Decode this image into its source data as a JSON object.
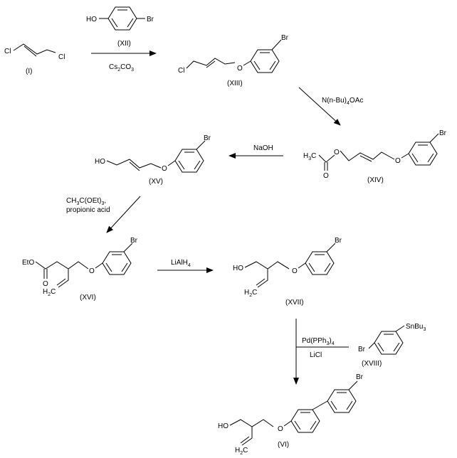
{
  "compounds": {
    "I": {
      "label": "(I)",
      "cl_left": "Cl",
      "cl_right": "Cl"
    },
    "XII": {
      "label": "(XII)",
      "oh": "HO",
      "br": "Br"
    },
    "XIII": {
      "label": "(XIII)",
      "cl": "Cl",
      "o": "O",
      "br": "Br"
    },
    "XIV": {
      "label": "(XIV)",
      "h3c": "H",
      "h3c_sub": "3",
      "h3c_c": "C",
      "o_ester": "O",
      "o_keto": "O",
      "o_ether": "O",
      "br": "Br"
    },
    "XV": {
      "label": "(XV)",
      "ho": "HO",
      "o": "O",
      "br": "Br"
    },
    "XVI": {
      "label": "(XVI)",
      "eto": "EtO",
      "o_keto": "O",
      "h2c": "H",
      "h2c_sub": "2",
      "h2c_c": "C",
      "o_ether": "O",
      "br": "Br"
    },
    "XVII": {
      "label": "(XVII)",
      "ho": "HO",
      "h2c": "H",
      "h2c_sub": "2",
      "h2c_c": "C",
      "o": "O",
      "br": "Br"
    },
    "XVIII": {
      "label": "(XVIII)",
      "br": "Br",
      "sn": "SnBu",
      "sn_sub": "3"
    },
    "VI": {
      "label": "(VI)",
      "ho": "HO",
      "h2c": "H",
      "h2c_sub": "2",
      "h2c_c": "C",
      "o": "O",
      "br": "Br"
    }
  },
  "reagents": {
    "r1_base": "Cs",
    "r1_sub1": "2",
    "r1_mid": "CO",
    "r1_sub2": "3",
    "r2_pre": "N(n-Bu)",
    "r2_sub": "4",
    "r2_post": "OAc",
    "r3": "NaOH",
    "r4_l1_a": "CH",
    "r4_l1_sub1": "3",
    "r4_l1_b": "C(OEt)",
    "r4_l1_sub2": "3",
    "r4_l1_c": ",",
    "r4_l2": "propionic acid",
    "r5_pre": "LiAlH",
    "r5_sub": "4",
    "r6_pre": "Pd(PPh",
    "r6_sub1": "3",
    "r6_mid": ")",
    "r6_sub2": "4",
    "r6_l2": "LiCl"
  }
}
